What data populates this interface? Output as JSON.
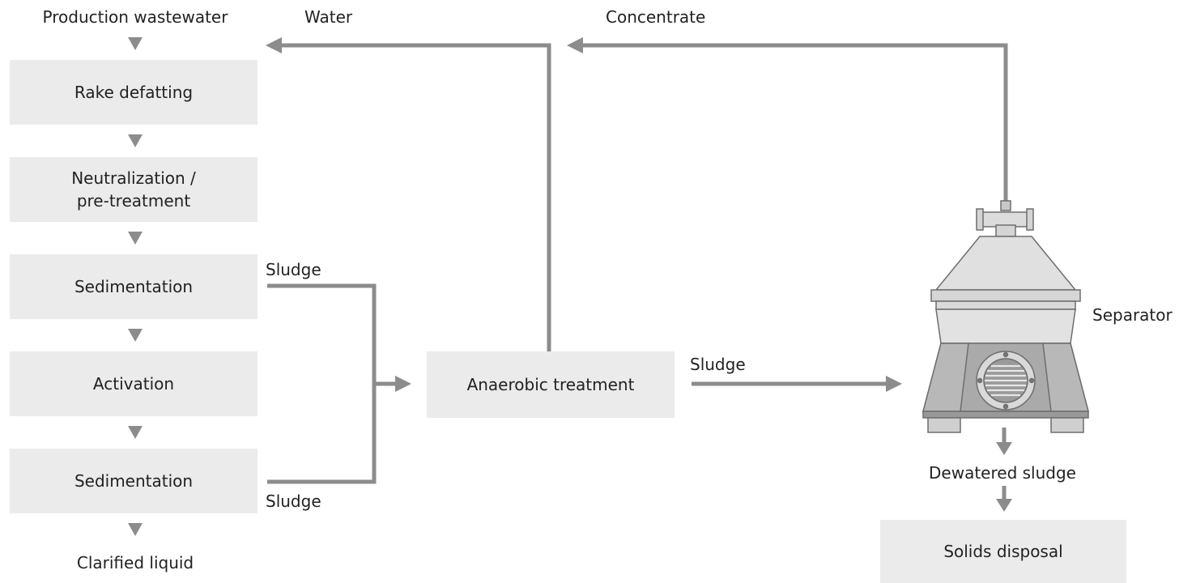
{
  "process": {
    "input_label": "Production wastewater",
    "steps": [
      "Rake defatting",
      "Neutralization /",
      "pre-treatment",
      "Sedimentation",
      "Activation",
      "Sedimentation"
    ],
    "output_label": "Clarified liquid"
  },
  "flows": {
    "water_label": "Water",
    "concentrate_label": "Concentrate",
    "sludge_upper_label": "Sludge",
    "sludge_lower_label": "Sludge",
    "sludge_to_separator_label": "Sludge",
    "dewatered_label": "Dewatered sludge"
  },
  "nodes": {
    "anaerobic": "Anaerobic treatment",
    "separator": "Separator",
    "solids_disposal": "Solids disposal"
  },
  "colors": {
    "arrow": "#8c8c8c",
    "box_fill": "#ebebeb"
  }
}
